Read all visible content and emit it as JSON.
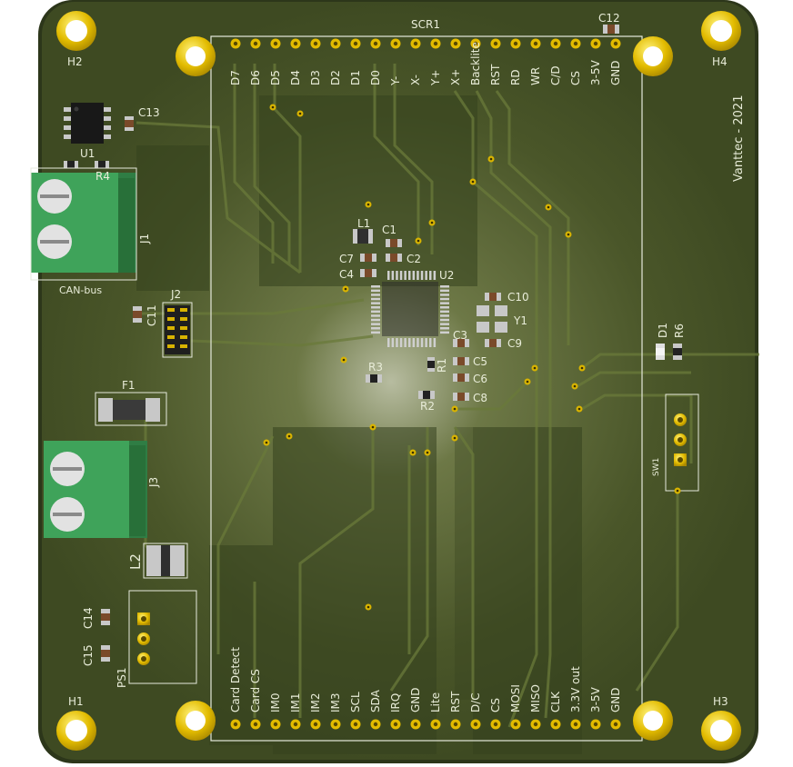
{
  "board": {
    "brand": "Vanttec - 2021",
    "colors": {
      "pcb": "#4e5a2c",
      "pcb_dark": "#2f3a1d",
      "silk": "#eef1e0",
      "gold": "#e6c000",
      "terminal": "#3c9a56",
      "ic": "#1d1d1d",
      "trace": "#5b6a33"
    }
  },
  "screen": {
    "ref": "SCR1",
    "top_pins": [
      "D7",
      "D6",
      "D5",
      "D4",
      "D3",
      "D2",
      "D1",
      "D0",
      "Y-",
      "X-",
      "Y+",
      "X+",
      "Backlite",
      "RST",
      "RD",
      "WR",
      "C/D",
      "CS",
      "3-5V",
      "GND"
    ],
    "bottom_pins": [
      "Card Detect",
      "Card CS",
      "IM0",
      "IM1",
      "IM2",
      "IM3",
      "SCL",
      "SDA",
      "IRQ",
      "GND",
      "Lite",
      "RST",
      "D/C",
      "CS",
      "MOSI",
      "MISO",
      "CLK",
      "3.3V out",
      "3-5V",
      "GND"
    ]
  },
  "holes": {
    "h1": "H1",
    "h2": "H2",
    "h3": "H3",
    "h4": "H4"
  },
  "refs": {
    "j1": "J1",
    "j2": "J2",
    "j3": "J3",
    "can_bus": "CAN-bus",
    "f1": "F1",
    "l1": "L1",
    "l2": "L2",
    "u1": "U1",
    "u2": "U2",
    "c1": "C1",
    "c2": "C2",
    "c3": "C3",
    "c4": "C4",
    "c5": "C5",
    "c6": "C6",
    "c7": "C7",
    "c8": "C8",
    "c9": "C9",
    "c10": "C10",
    "c11": "C11",
    "c12": "C12",
    "c13": "C13",
    "c14": "C14",
    "c15": "C15",
    "r1": "R1",
    "r2": "R2",
    "r3": "R3",
    "r4": "R4",
    "r6": "R6",
    "d1": "D1",
    "y1": "Y1",
    "sw1": "SW1",
    "ps1": "PS1"
  }
}
